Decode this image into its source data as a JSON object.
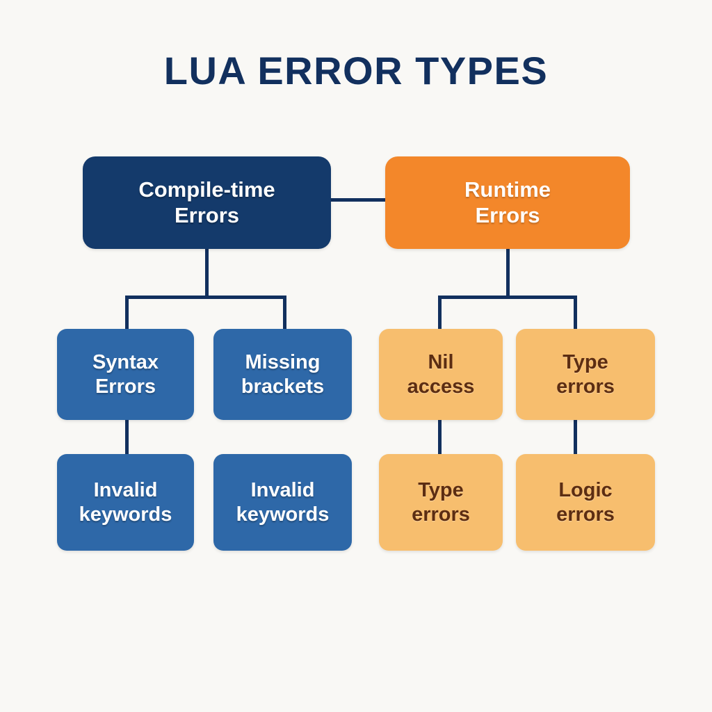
{
  "page": {
    "title": "LUA ERROR TYPES",
    "background_color": "#f9f8f5",
    "title_color": "#12305e"
  },
  "palette": {
    "navy": "#143a6b",
    "blue": "#2e68a8",
    "orange": "#f3872a",
    "light_orange": "#f7be6e",
    "connector": "#12305e",
    "white_text": "#ffffff",
    "brown_text": "#5c2d12"
  },
  "chart_data": {
    "type": "diagram",
    "title": "LUA ERROR TYPES",
    "layout": "tree",
    "branches": [
      {
        "root": "Compile-time Errors",
        "color": "#143a6b",
        "children": [
          {
            "label": "Syntax Errors",
            "color": "#2e68a8",
            "children": [
              {
                "label": "Invalid keywords",
                "color": "#2e68a8"
              }
            ]
          },
          {
            "label": "Missing brackets",
            "color": "#2e68a8",
            "children": [
              {
                "label": "Invalid keywords",
                "color": "#2e68a8"
              }
            ]
          }
        ]
      },
      {
        "root": "Runtime Errors",
        "color": "#f3872a",
        "children": [
          {
            "label": "Nil access",
            "color": "#f7be6e",
            "children": [
              {
                "label": "Type errors",
                "color": "#f7be6e"
              }
            ]
          },
          {
            "label": "Type errors",
            "color": "#f7be6e",
            "children": [
              {
                "label": "Logic errors",
                "color": "#f7be6e"
              }
            ]
          }
        ]
      }
    ]
  },
  "nodes": {
    "compile_time_errors": "Compile-time\nErrors",
    "runtime_errors": "Runtime\nErrors",
    "syntax_errors": "Syntax\nErrors",
    "missing_brackets": "Missing\nbrackets",
    "nil_access": "Nil\naccess",
    "type_errors_right": "Type\nerrors",
    "invalid_keywords_left": "Invalid\nkeywords",
    "invalid_keywords_right": "Invalid\nkeywords",
    "type_errors_bottom": "Type\nerrors",
    "logic_errors": "Logic\nerrors"
  }
}
